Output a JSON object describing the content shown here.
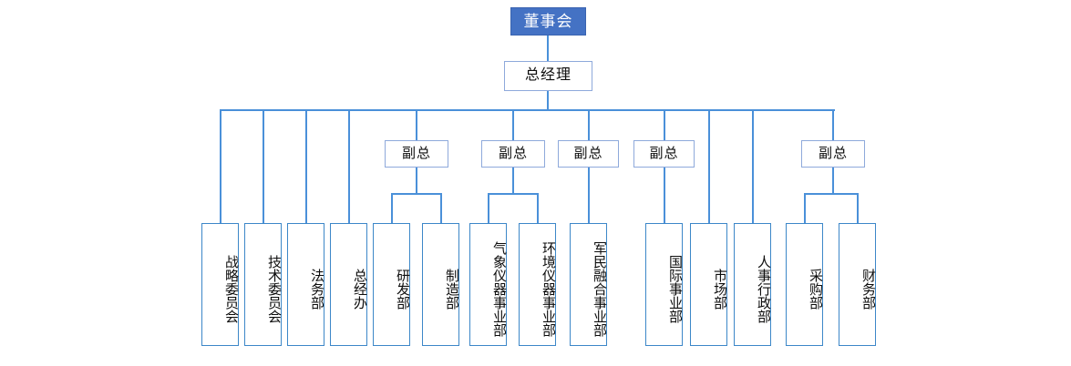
{
  "diagram": {
    "type": "org-chart",
    "title_text": "",
    "colors": {
      "root_fill": "#4472C4",
      "root_text": "#FFFFFF",
      "box_border_soft": "#8EA9DB",
      "box_border_bright": "#3C87C8",
      "connector": "#4A90D9",
      "background": "#FFFFFF",
      "text": "#0D0D0D"
    },
    "levels": {
      "level1_label": "董事会",
      "level2_label": "总经理"
    },
    "root": {
      "label": "董事会"
    },
    "gm": {
      "label": "总经理"
    },
    "vps": [
      {
        "label": "副总"
      },
      {
        "label": "副总"
      },
      {
        "label": "副总"
      },
      {
        "label": "副总"
      },
      {
        "label": "副总"
      }
    ],
    "departments": [
      {
        "label": "战略委员会",
        "parent": "gm"
      },
      {
        "label": "技术委员会",
        "parent": "gm"
      },
      {
        "label": "法务部",
        "parent": "gm"
      },
      {
        "label": "总经办",
        "parent": "gm"
      },
      {
        "label": "研发部",
        "parent": "vp1"
      },
      {
        "label": "制造部",
        "parent": "vp1"
      },
      {
        "label": "气象仪器事业部",
        "parent": "vp2"
      },
      {
        "label": "环境仪器事业部",
        "parent": "vp2"
      },
      {
        "label": "军民融合事业部",
        "parent": "vp3"
      },
      {
        "label": "国际事业部",
        "parent": "vp4"
      },
      {
        "label": "市场部",
        "parent": "gm"
      },
      {
        "label": "人事行政部",
        "parent": "gm"
      },
      {
        "label": "采购部",
        "parent": "vp5"
      },
      {
        "label": "财务部",
        "parent": "vp5"
      }
    ]
  }
}
